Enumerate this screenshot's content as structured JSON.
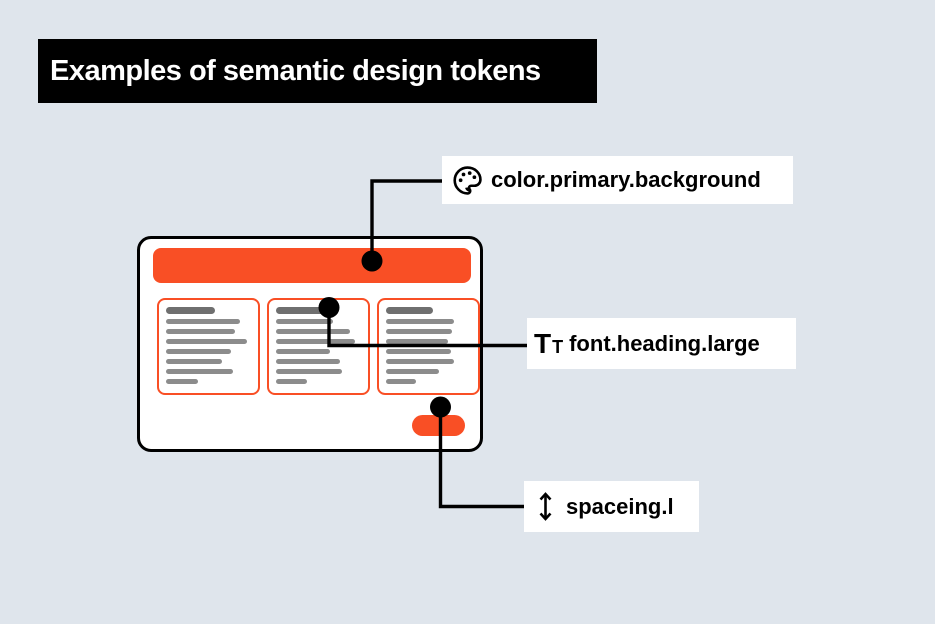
{
  "title": {
    "text": "Examples of semantic design tokens"
  },
  "labels": {
    "color": {
      "icon": "palette-icon",
      "text": "color.primary.background"
    },
    "font": {
      "icon": "font-size-icon",
      "icon_glyph_large": "T",
      "icon_glyph_small": "T",
      "text": "font.heading.large"
    },
    "spacing": {
      "icon": "vertical-arrows-icon",
      "text": "spaceing.l"
    }
  },
  "colors": {
    "background": "#dfe5ec",
    "accent_orange": "#f94f25",
    "title_bg": "#000000",
    "title_fg": "#ffffff",
    "label_bg": "#ffffff",
    "connector": "#000000",
    "skeleton_heading": "#6f6f6f",
    "skeleton_line": "#8c8c8c"
  },
  "mockup": {
    "cards": [
      {
        "heading_width": 49,
        "line_widths": [
          74,
          69,
          81,
          65,
          56,
          67,
          32
        ]
      },
      {
        "heading_width": 50,
        "line_widths": [
          57,
          74,
          79,
          54,
          64,
          66,
          31
        ]
      },
      {
        "heading_width": 47,
        "line_widths": [
          68,
          66,
          62,
          65,
          68,
          53,
          30
        ]
      }
    ]
  }
}
